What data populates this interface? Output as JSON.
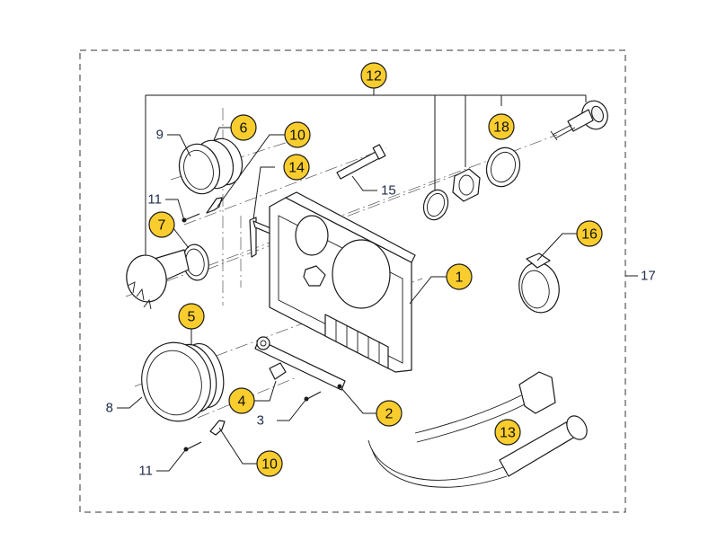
{
  "diagram": {
    "type": "exploded parts diagram",
    "subject": "instrument panel assembly",
    "colors": {
      "balloon_fill": "#F9CD2E",
      "balloon_stroke": "#1a1a1a",
      "plain_label_text": "#1f2d4a",
      "line_art": "#1a1a1a"
    },
    "callouts_balloon": [
      {
        "id": "b1",
        "label": "1"
      },
      {
        "id": "b2",
        "label": "2"
      },
      {
        "id": "b4",
        "label": "4"
      },
      {
        "id": "b5",
        "label": "5"
      },
      {
        "id": "b6",
        "label": "6"
      },
      {
        "id": "b7",
        "label": "7"
      },
      {
        "id": "b10a",
        "label": "10"
      },
      {
        "id": "b10b",
        "label": "10"
      },
      {
        "id": "b12",
        "label": "12"
      },
      {
        "id": "b13",
        "label": "13"
      },
      {
        "id": "b14",
        "label": "14"
      },
      {
        "id": "b16",
        "label": "16"
      },
      {
        "id": "b18",
        "label": "18"
      }
    ],
    "callouts_plain": [
      {
        "id": "p3",
        "label": "3"
      },
      {
        "id": "p8",
        "label": "8"
      },
      {
        "id": "p9",
        "label": "9"
      },
      {
        "id": "p11a",
        "label": "11"
      },
      {
        "id": "p11b",
        "label": "11"
      },
      {
        "id": "p15",
        "label": "15"
      },
      {
        "id": "p17",
        "label": "17"
      }
    ]
  }
}
